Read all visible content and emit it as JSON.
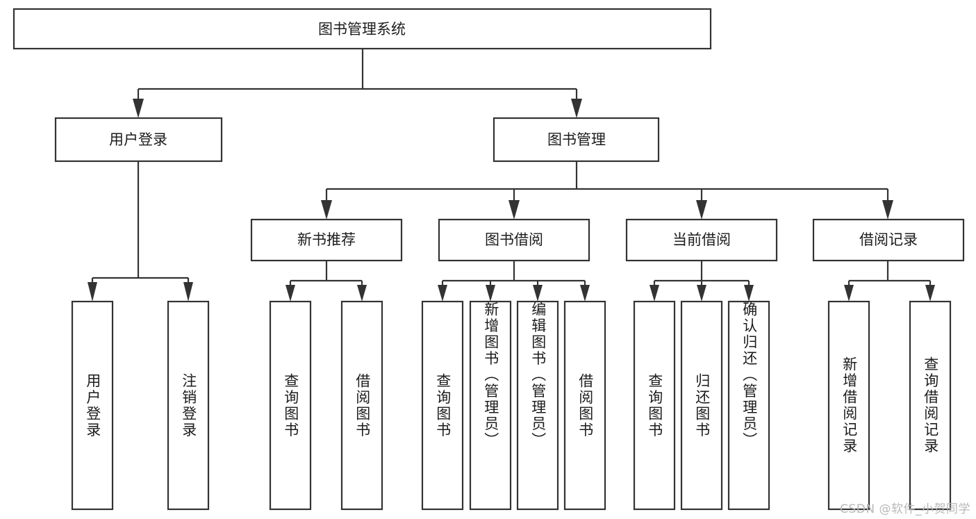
{
  "diagram": {
    "title": "图书管理系统",
    "type": "tree",
    "root": {
      "label": "图书管理系统"
    },
    "level2": [
      {
        "label": "用户登录"
      },
      {
        "label": "图书管理"
      }
    ],
    "level3": [
      {
        "label": "新书推荐"
      },
      {
        "label": "图书借阅"
      },
      {
        "label": "当前借阅"
      },
      {
        "label": "借阅记录"
      }
    ],
    "leaves_user_login": [
      {
        "label": "用户登录"
      },
      {
        "label": "注销登录"
      }
    ],
    "leaves_new_book": [
      {
        "label": "查询图书"
      },
      {
        "label": "借阅图书"
      }
    ],
    "leaves_book_borrow": [
      {
        "label": "查询图书"
      },
      {
        "label": "新增图书（管理员）"
      },
      {
        "label": "编辑图书（管理员）"
      },
      {
        "label": "借阅图书"
      }
    ],
    "leaves_current_borrow": [
      {
        "label": "查询图书"
      },
      {
        "label": "归还图书"
      },
      {
        "label": "确认归还（管理员）"
      }
    ],
    "leaves_borrow_record": [
      {
        "label": "新增借阅记录"
      },
      {
        "label": "查询借阅记录"
      }
    ],
    "watermark": "CSDN @软件_小贺同学",
    "colors": {
      "box_stroke": "#333333",
      "box_fill": "#ffffff",
      "text": "#1c1c1c",
      "connector": "#333333",
      "watermark": "#b8b8b8",
      "background": "#ffffff"
    }
  }
}
